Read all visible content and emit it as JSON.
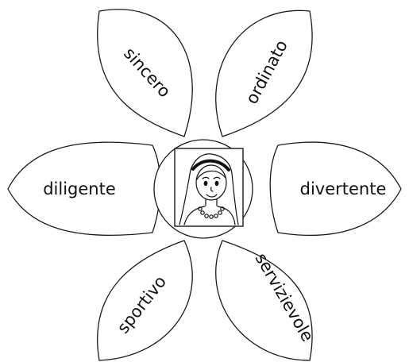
{
  "petals": [
    {
      "id": "sincero",
      "label": "sincero"
    },
    {
      "id": "ordinato",
      "label": "ordinato"
    },
    {
      "id": "diligente",
      "label": "diligente"
    },
    {
      "id": "divertente",
      "label": "divertente"
    },
    {
      "id": "sportivo",
      "label": "sportivo"
    },
    {
      "id": "servizievole",
      "label": "servizievole"
    }
  ],
  "center": {
    "image": "girl-portrait-drawing"
  },
  "colors": {
    "stroke": "#1a1a1a",
    "text": "#111111",
    "background": "#ffffff"
  }
}
